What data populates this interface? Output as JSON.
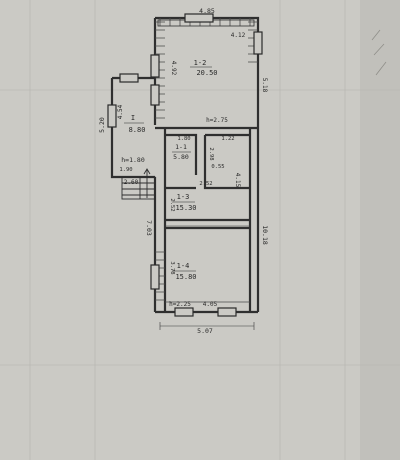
{
  "plan": {
    "rooms": [
      {
        "id": "1-2",
        "area": "20.50"
      },
      {
        "id": "I",
        "area": "8.80"
      },
      {
        "id": "1-1",
        "area": "5.80"
      },
      {
        "id": "1-3",
        "area": "15.30"
      },
      {
        "id": "1-4",
        "area": "15.80"
      }
    ],
    "dimensions": {
      "top_width": "4.85",
      "inner_top_width": "4.12",
      "room2_height": "4.92",
      "right_upper": "5.18",
      "annex_height_left": "5.20",
      "annex_inner": "4.54",
      "ceiling_height_top": "h=2.75",
      "ceiling_height_annex": "h=1.80",
      "annex_bottom_width": "2.60",
      "annex_step": "1.90",
      "hall_width": "1.80",
      "hall_height": "2.98",
      "hall_side": "1.22",
      "small_dim_a": "0.55",
      "small_dim_b": "2.52",
      "room3_right": "4.15",
      "room3_left": "2.52",
      "left_overall": "7.03",
      "right_overall": "10.18",
      "room4_left": "3.78",
      "ceiling_height_bottom": "h=2.25",
      "room4_width": "4.05",
      "bottom_width": "5.07"
    }
  }
}
